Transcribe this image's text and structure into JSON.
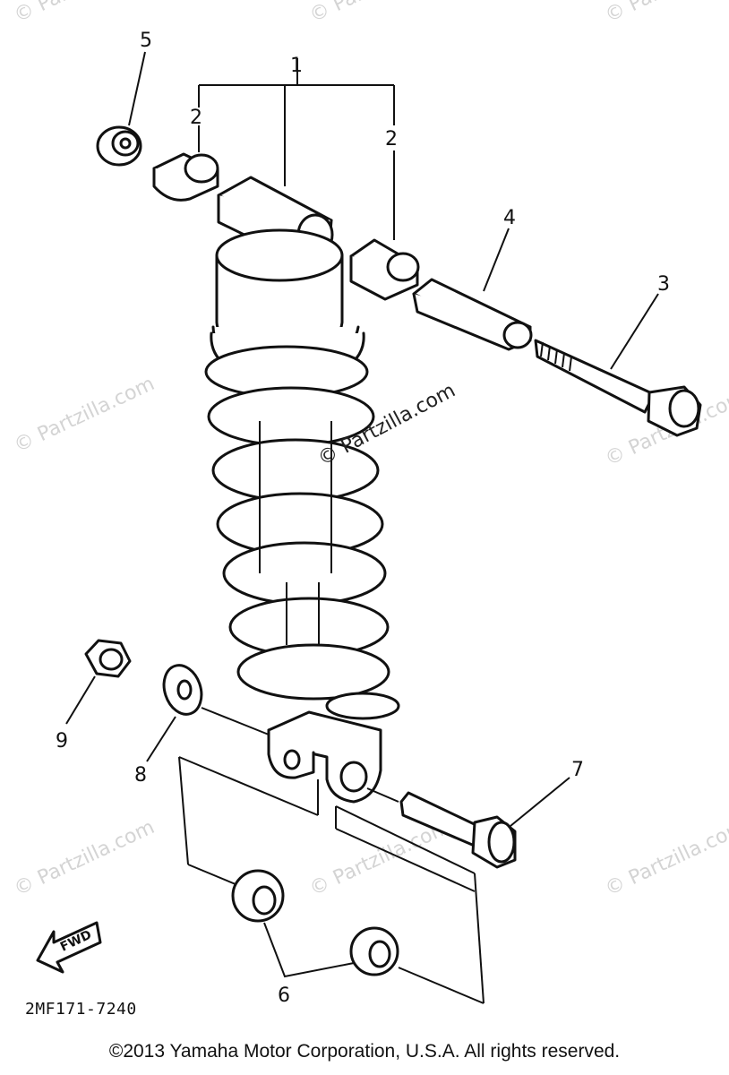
{
  "diagram": {
    "code": "2MF171-7240",
    "fwd_label": "FWD",
    "callouts": {
      "c1": "1",
      "c2a": "2",
      "c2b": "2",
      "c3": "3",
      "c4": "4",
      "c5": "5",
      "c6": "6",
      "c7": "7",
      "c8": "8",
      "c9": "9"
    },
    "watermark": "© Partzilla.com"
  },
  "footer": {
    "copyright": "©2013  Yamaha Motor Corporation, U.S.A. All rights reserved."
  }
}
